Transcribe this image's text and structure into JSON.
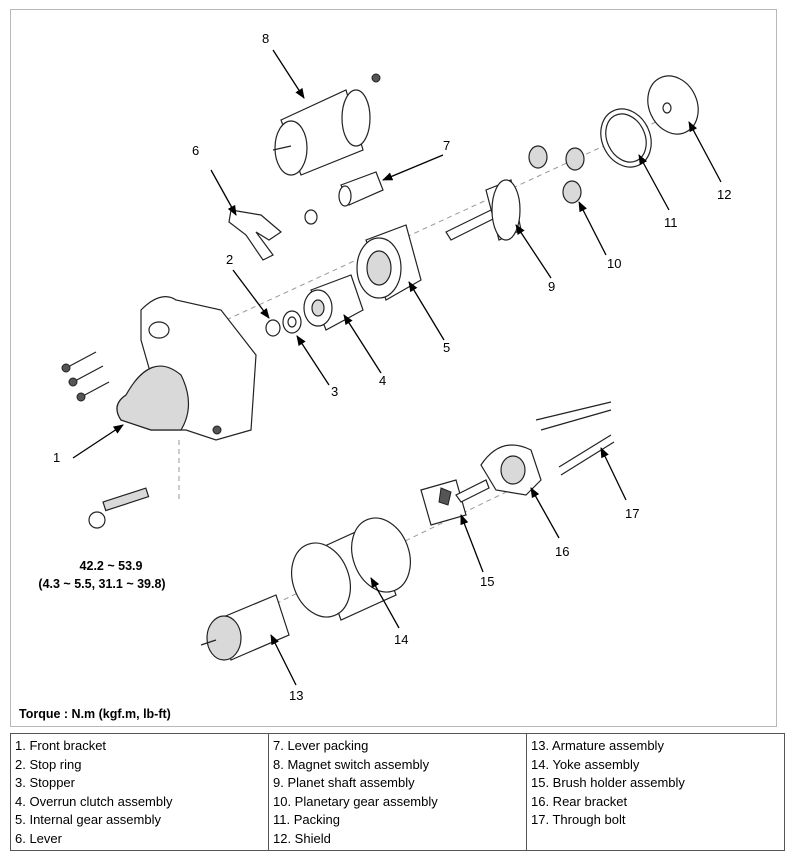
{
  "callouts": [
    "1",
    "2",
    "3",
    "4",
    "5",
    "6",
    "7",
    "8",
    "9",
    "10",
    "11",
    "12",
    "13",
    "14",
    "15",
    "16",
    "17"
  ],
  "torque_spec": {
    "value": "42.2 ~ 53.9",
    "converted": "(4.3 ~ 5.5, 31.1 ~ 39.8)"
  },
  "torque_note": "Torque : N.m (kgf.m, lb-ft)",
  "legend": {
    "col1": [
      "1. Front bracket",
      "2. Stop ring",
      "3. Stopper",
      "4. Overrun clutch assembly",
      "5. Internal gear assembly",
      "6. Lever"
    ],
    "col2": [
      "7. Lever packing",
      "8. Magnet switch assembly",
      "9. Planet shaft assembly",
      "10. Planetary gear assembly",
      "11. Packing",
      "12. Shield"
    ],
    "col3": [
      "13. Armature assembly",
      "14. Yoke assembly",
      "15. Brush holder assembly",
      "16. Rear bracket",
      "17. Through bolt"
    ]
  }
}
